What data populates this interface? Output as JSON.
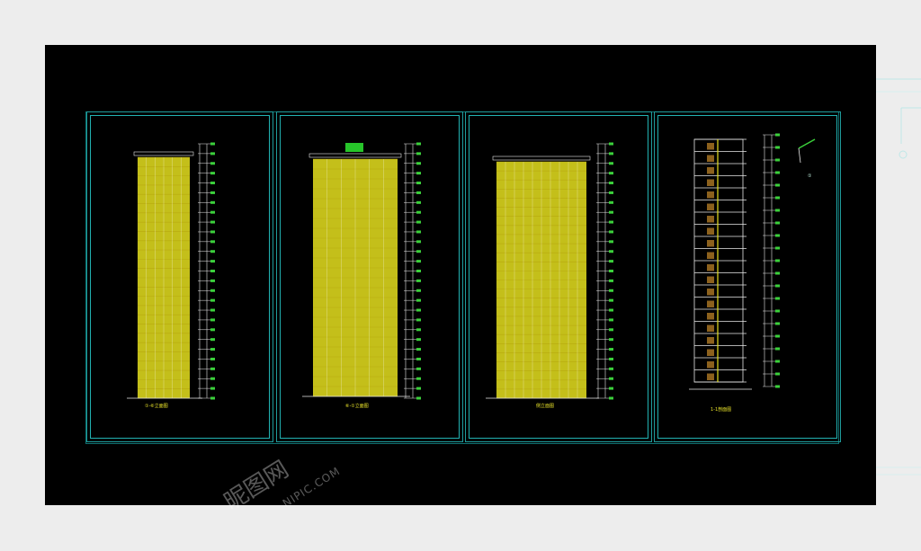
{
  "colors": {
    "background": "#000000",
    "sheet_border": "#22b2b2",
    "building_fill": "#e6e01e",
    "annotation": "#3bd13b",
    "line_white": "#e8e8e8"
  },
  "drawings": [
    {
      "id": "elevation-1",
      "caption": "①-⑥立面图"
    },
    {
      "id": "elevation-2",
      "caption": "⑥-①立面图"
    },
    {
      "id": "elevation-3",
      "caption": "侧立面图"
    },
    {
      "id": "section-1",
      "caption": "1-1剖面图"
    }
  ],
  "detail_label": "①",
  "watermark": {
    "text": "昵图网",
    "sub": "NIPIC.COM"
  }
}
